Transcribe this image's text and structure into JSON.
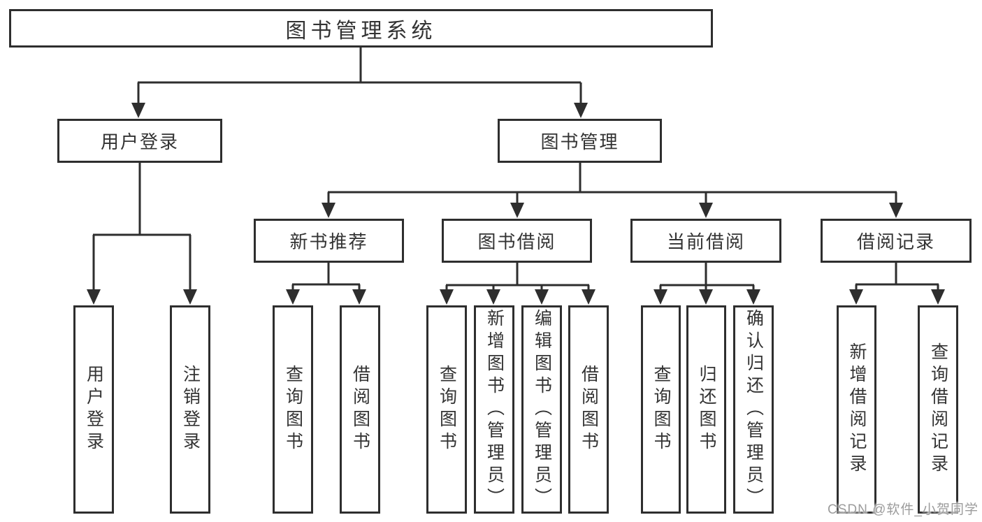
{
  "tree": {
    "root": {
      "label": "图书管理系统",
      "children": [
        {
          "label": "用户登录",
          "children": [
            {
              "label": "用户登录"
            },
            {
              "label": "注销登录"
            }
          ]
        },
        {
          "label": "图书管理",
          "children": [
            {
              "label": "新书推荐",
              "children": [
                {
                  "label": "查询图书"
                },
                {
                  "label": "借阅图书"
                }
              ]
            },
            {
              "label": "图书借阅",
              "children": [
                {
                  "label": "查询图书"
                },
                {
                  "label": "新增图书（管理员）"
                },
                {
                  "label": "编辑图书（管理员）"
                },
                {
                  "label": "借阅图书"
                }
              ]
            },
            {
              "label": "当前借阅",
              "children": [
                {
                  "label": "查询图书"
                },
                {
                  "label": "归还图书"
                },
                {
                  "label": "确认归还（管理员）"
                }
              ]
            },
            {
              "label": "借阅记录",
              "children": [
                {
                  "label": "新增借阅记录"
                },
                {
                  "label": "查询借阅记录"
                }
              ]
            }
          ]
        }
      ]
    }
  },
  "watermark": {
    "text": "CSDN @软件_小贺同学"
  },
  "colors": {
    "line": "#2e2e2e",
    "text": "#333333",
    "watermark": "#9c9c9c",
    "background": "#ffffff"
  }
}
